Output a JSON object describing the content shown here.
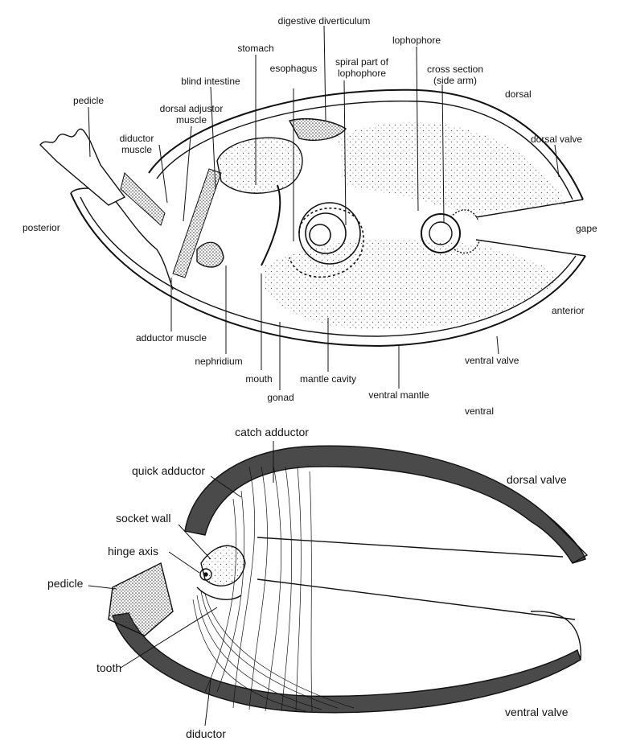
{
  "top_diagram": {
    "labels": {
      "digestive_diverticulum": "digestive diverticulum",
      "stomach": "stomach",
      "lophophore": "lophophore",
      "esophagus": "esophagus",
      "spiral_part_line1": "spiral part of",
      "spiral_part_line2": "lophophore",
      "cross_section_line1": "cross section",
      "cross_section_line2": "(side arm)",
      "blind_intestine": "blind intestine",
      "dorsal": "dorsal",
      "pedicle": "pedicle",
      "dorsal_adjustor_line1": "dorsal adjustor",
      "dorsal_adjustor_line2": "muscle",
      "diductor_line1": "diductor",
      "diductor_line2": "muscle",
      "dorsal_valve": "dorsal valve",
      "posterior": "posterior",
      "gape": "gape",
      "anterior": "anterior",
      "adductor_muscle": "adductor muscle",
      "nephridium": "nephridium",
      "ventral_valve": "ventral valve",
      "mouth": "mouth",
      "mantle_cavity": "mantle cavity",
      "gonad": "gonad",
      "ventral_mantle": "ventral mantle",
      "ventral": "ventral"
    }
  },
  "bottom_diagram": {
    "labels": {
      "catch_adductor": "catch adductor",
      "quick_adductor": "quick adductor",
      "dorsal_valve": "dorsal valve",
      "socket_wall": "socket wall",
      "hinge_axis": "hinge axis",
      "pedicle": "pedicle",
      "tooth": "tooth",
      "ventral_valve": "ventral valve",
      "diductor": "diductor"
    }
  },
  "colors": {
    "ink": "#111111",
    "shell": "#4a4a4a",
    "stipple": "#9a9a9a"
  }
}
